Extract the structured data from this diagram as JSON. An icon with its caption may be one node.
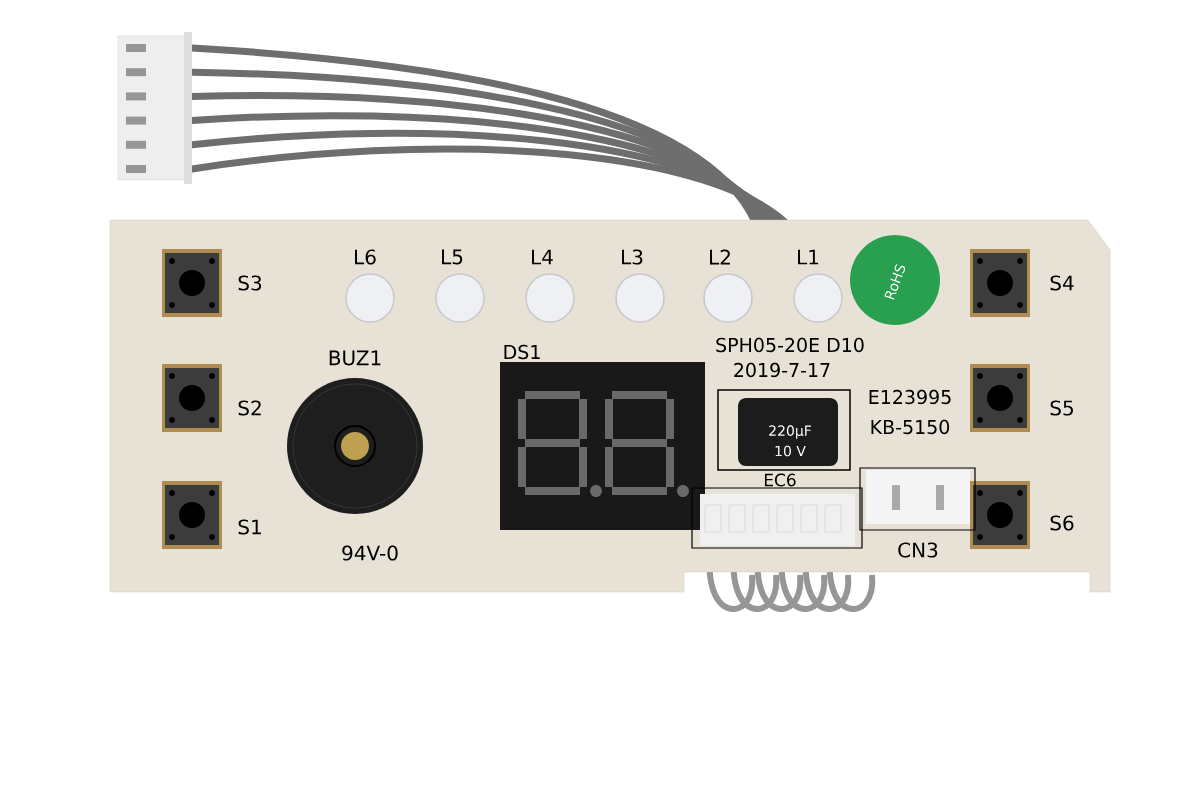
{
  "diagram": {
    "labels": [
      "L6",
      "L5",
      "L4",
      "L3",
      "L2",
      "L1",
      "S3",
      "S4",
      "RoHS",
      "SPH05-20E D10",
      "BUZ1",
      "DS1",
      "2019-7-17",
      "S2",
      "E123995",
      "KB-5150",
      "S5",
      "220μF",
      "10 V",
      "EC6",
      "S1",
      "S6",
      "94V-0",
      "CN3"
    ]
  }
}
